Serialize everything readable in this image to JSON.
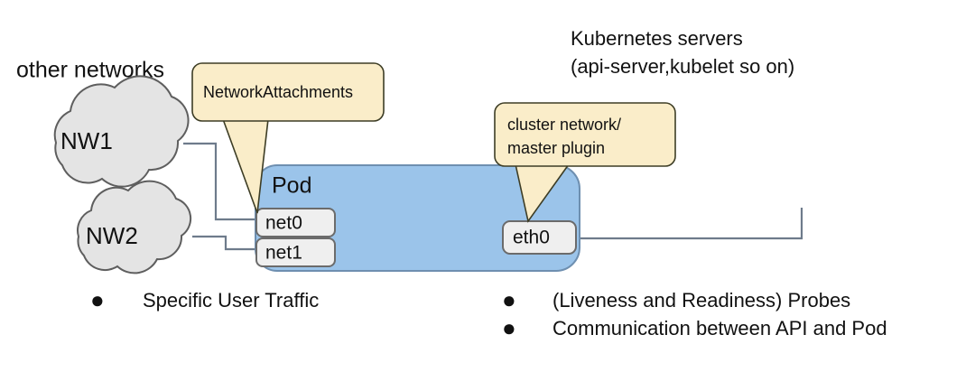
{
  "diagram": {
    "title_left": "other networks",
    "title_right_line1": "Kubernetes servers",
    "title_right_line2": "(api-server,kubelet so on)",
    "clouds": [
      {
        "label": "NW1"
      },
      {
        "label": "NW2"
      }
    ],
    "pod": {
      "label": "Pod",
      "interfaces": [
        {
          "label": "net0"
        },
        {
          "label": "net1"
        },
        {
          "label": "eth0"
        }
      ]
    },
    "callouts": [
      {
        "label": "NetworkAttachments"
      },
      {
        "line1": "cluster network/",
        "line2": "master plugin"
      }
    ],
    "bullets_left": [
      {
        "dot": "●",
        "text": "Specific User Traffic"
      }
    ],
    "bullets_right": [
      {
        "dot": "●",
        "text": "(Liveness and Readiness) Probes"
      },
      {
        "dot": "●",
        "text": "Communication between API and Pod"
      }
    ],
    "colors": {
      "pod_fill": "#9BC4EA",
      "pod_stroke": "#6E8FB0",
      "callout_fill": "#FAEDC9",
      "callout_stroke": "#3D3D25",
      "cloud_fill": "#E4E4E4",
      "cloud_stroke": "#5E5E5E",
      "interface_fill": "#EFEFEF",
      "interface_stroke": "#6B6B6B",
      "connector": "#6E7B8B",
      "text": "#111111",
      "background": "#FFFFFF"
    }
  }
}
